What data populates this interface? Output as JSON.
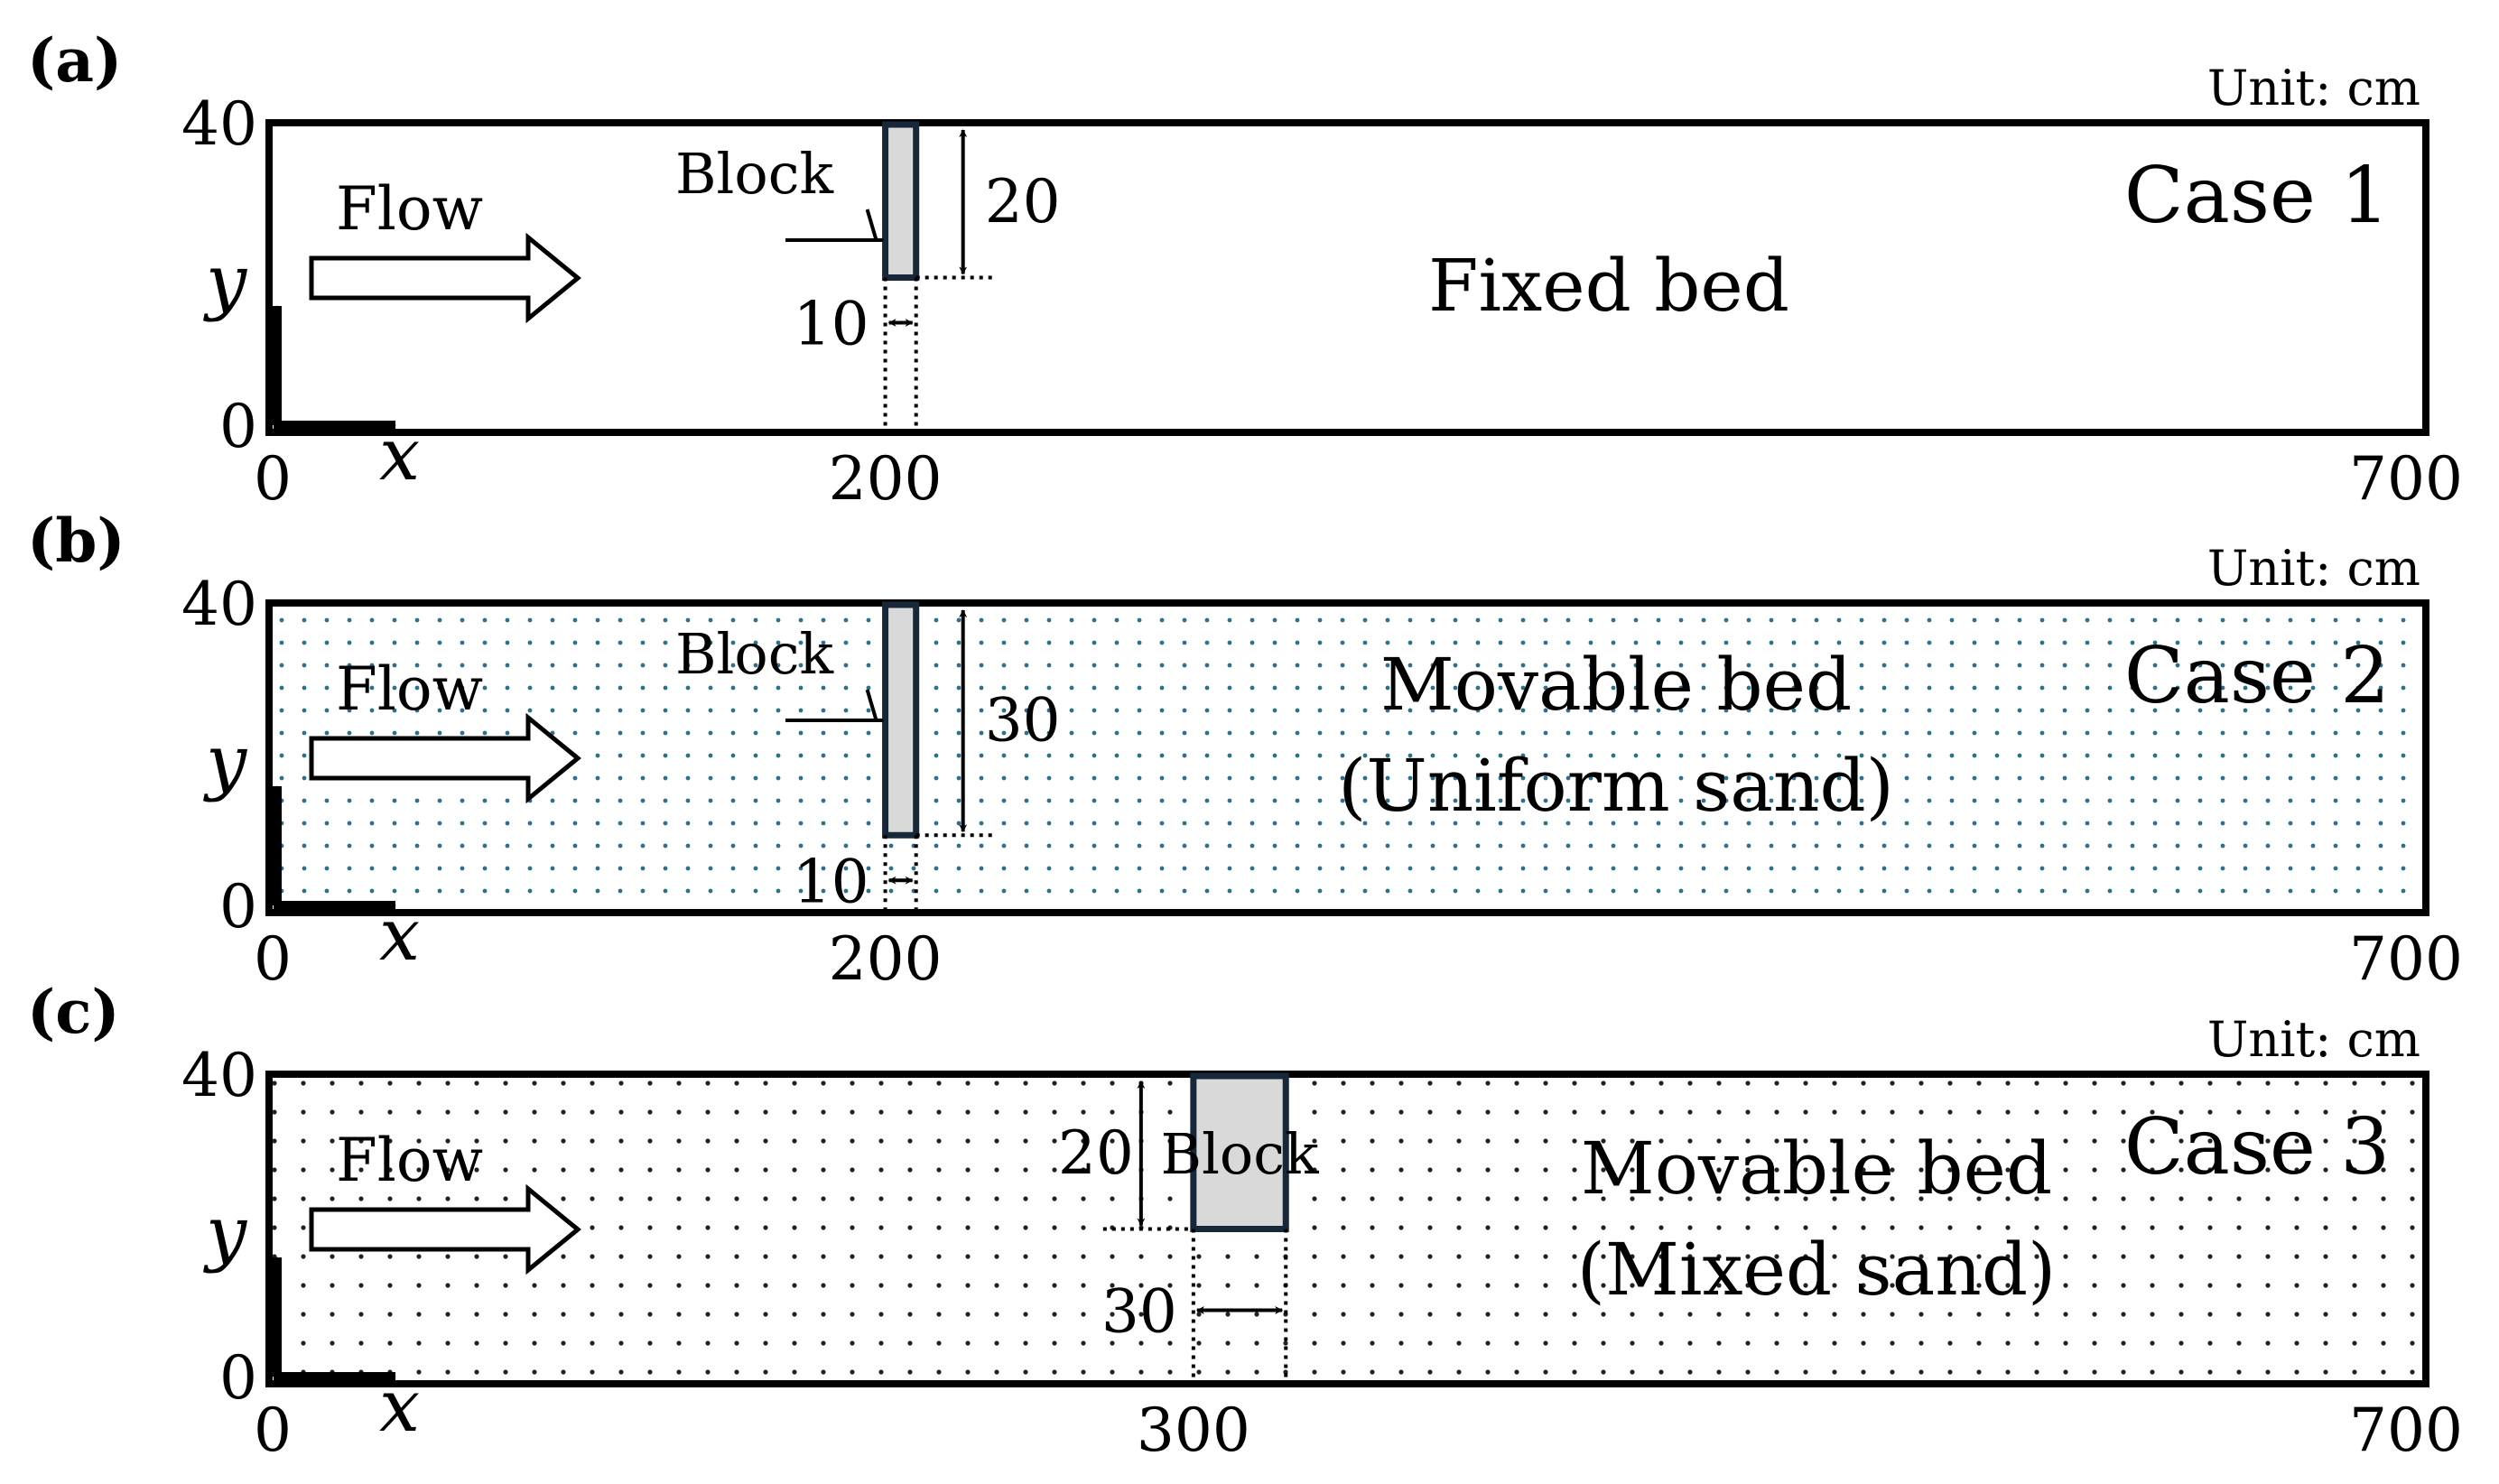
{
  "unit_label": "Unit: cm",
  "colors": {
    "frame": "#000000",
    "block_fill": "#d9d9d9",
    "block_stroke": "#17283a",
    "dots_blue": "#2d6f8e",
    "dots_black": "#222222"
  },
  "panels": [
    {
      "label": "(a)",
      "case": "Case 1",
      "bed_lines": [
        "Fixed bed"
      ],
      "bed_texture": "none",
      "y_ticks": [
        "0",
        "40"
      ],
      "x_ticks": [
        "0",
        "200",
        "700"
      ],
      "axis_x": "x",
      "axis_y": "y",
      "flow": "Flow",
      "block_name": "Block",
      "block": {
        "x": 200,
        "length": 10,
        "width": 20,
        "attached": "top"
      },
      "dim_length": "10",
      "dim_width": "20"
    },
    {
      "label": "(b)",
      "case": "Case 2",
      "bed_lines": [
        "Movable bed",
        "(Uniform sand)"
      ],
      "bed_texture": "blue-dots",
      "y_ticks": [
        "0",
        "40"
      ],
      "x_ticks": [
        "0",
        "200",
        "700"
      ],
      "axis_x": "x",
      "axis_y": "y",
      "flow": "Flow",
      "block_name": "Block",
      "block": {
        "x": 200,
        "length": 10,
        "width": 30,
        "attached": "top"
      },
      "dim_length": "10",
      "dim_width": "30"
    },
    {
      "label": "(c)",
      "case": "Case 3",
      "bed_lines": [
        "Movable bed",
        "(Mixed sand)"
      ],
      "bed_texture": "black-dots",
      "y_ticks": [
        "0",
        "40"
      ],
      "x_ticks": [
        "0",
        "300",
        "700"
      ],
      "axis_x": "x",
      "axis_y": "y",
      "flow": "Flow",
      "block_name": "Block",
      "block": {
        "x": 300,
        "length": 30,
        "width": 20,
        "attached": "top"
      },
      "dim_length": "30",
      "dim_width": "20"
    }
  ]
}
